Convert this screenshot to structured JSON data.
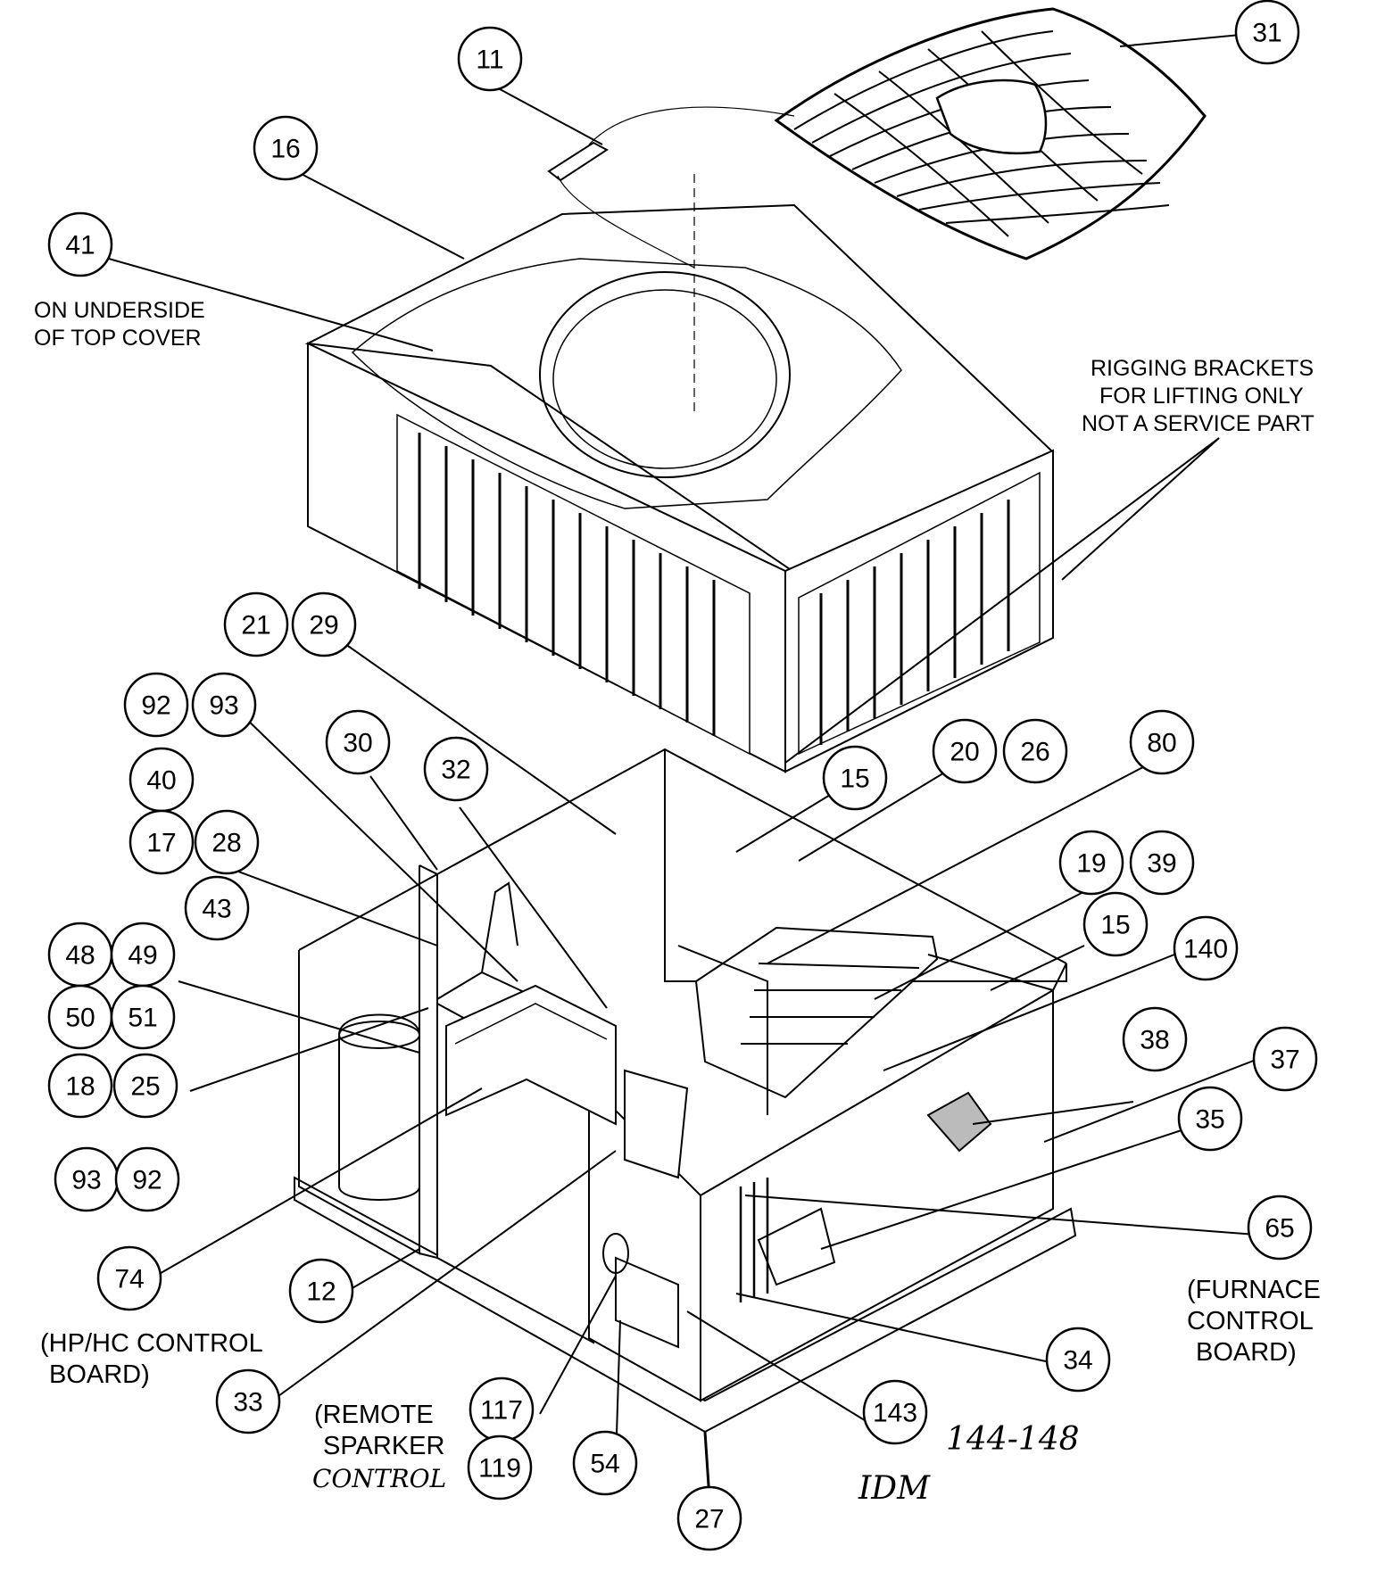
{
  "diagram": {
    "notes": {
      "underside": [
        "ON UNDERSIDE",
        "OF TOP COVER"
      ],
      "rigging": [
        "RIGGING BRACKETS",
        "FOR LIFTING ONLY",
        "NOT A SERVICE PART"
      ],
      "hp_board": [
        "(HP/HC CONTROL",
        "BOARD)"
      ],
      "furnace_board": [
        "(FURNACE",
        "CONTROL",
        "BOARD)"
      ],
      "remote_sparker": [
        "(REMOTE",
        "SPARKER"
      ],
      "handwritten_control": "CONTROL",
      "handwritten_range": "144-148",
      "handwritten_idm": "IDM"
    },
    "callouts": [
      "31",
      "11",
      "16",
      "41",
      "21",
      "29",
      "92",
      "93",
      "30",
      "32",
      "40",
      "17",
      "28",
      "20",
      "26",
      "80",
      "15",
      "19",
      "39",
      "43",
      "15",
      "140",
      "48",
      "49",
      "50",
      "51",
      "38",
      "37",
      "18",
      "25",
      "35",
      "93",
      "92",
      "65",
      "74",
      "12",
      "34",
      "33",
      "117",
      "143",
      "119",
      "54",
      "27"
    ]
  }
}
